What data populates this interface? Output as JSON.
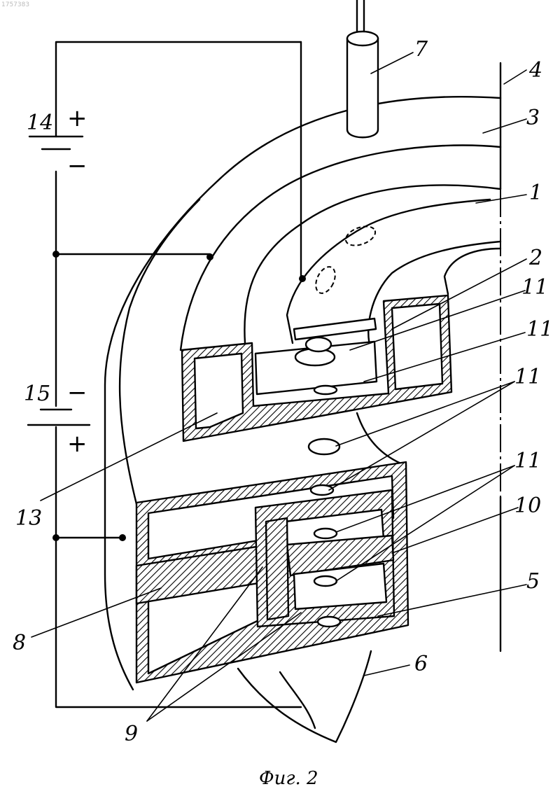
{
  "corner_text": "1757383",
  "caption": "Фиг. 2",
  "callouts": {
    "c1": "1",
    "c2": "2",
    "c3": "3",
    "c4": "4",
    "c5": "5",
    "c6": "6",
    "c7": "7",
    "c8": "8",
    "c9": "9",
    "c10": "10",
    "c11a": "11",
    "c11b": "11",
    "c11c": "11",
    "c11d": "11",
    "c13": "13",
    "c14": "14",
    "c15": "15"
  },
  "battery_14": {
    "plus": "+",
    "minus": "−"
  },
  "battery_15": {
    "plus": "+",
    "minus": "−"
  }
}
